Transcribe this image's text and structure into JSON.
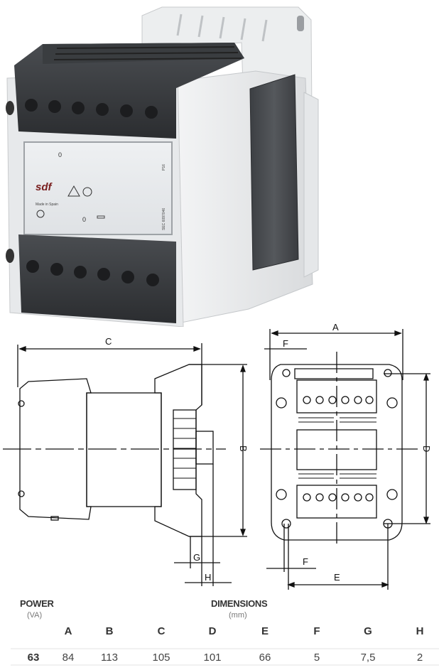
{
  "product_photo": {
    "front_panel": {
      "brand_logo": "sdf",
      "made_in": "Made in Spain",
      "marks": [
        "0",
        "0"
      ],
      "side_text": "SEC 6097046",
      "corner_text": "P16"
    }
  },
  "drawings": {
    "side_view": {
      "labels": {
        "C": "C",
        "B": "B",
        "G": "G",
        "H": "H"
      }
    },
    "front_view": {
      "labels": {
        "A": "A",
        "D": "D",
        "E": "E",
        "F_top": "F",
        "F_bottom": "F"
      }
    }
  },
  "table": {
    "power_header": "POWER",
    "power_unit": "(VA)",
    "dimensions_header": "DIMENSIONS",
    "dimensions_unit": "(mm)",
    "columns": [
      "A",
      "B",
      "C",
      "D",
      "E",
      "F",
      "G",
      "H"
    ],
    "rows": [
      {
        "power": "63",
        "values": [
          "84",
          "113",
          "105",
          "101",
          "66",
          "5",
          "7,5",
          "2"
        ]
      }
    ]
  }
}
